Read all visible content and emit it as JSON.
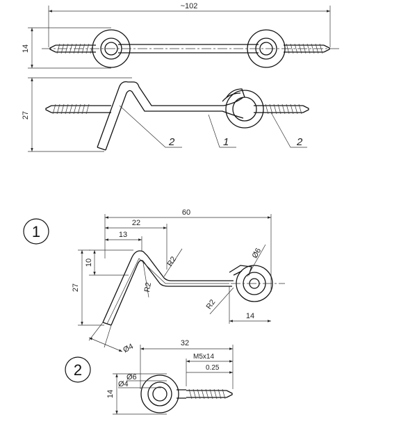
{
  "top_view": {
    "length": "~102",
    "height": "14"
  },
  "side_view": {
    "height": "27",
    "callouts": [
      "2",
      "1",
      "2"
    ]
  },
  "detail1": {
    "marker": "1",
    "dims": {
      "overall": "60",
      "hook_reach": "22",
      "hook_top": "13",
      "tip_drop": "10",
      "height": "27",
      "bend_radius_a": "R2",
      "bend_radius_b": "R2",
      "bend_radius_c": "R2",
      "eye_diameter": "Ø6",
      "eye_offset": "14",
      "wire_diameter": "Ø4"
    }
  },
  "detail2": {
    "marker": "2",
    "dims": {
      "length": "32",
      "thread": "M5x14",
      "pitch": "0.25",
      "eye_outer": "Ø6",
      "eye_inner": "Ø4",
      "height": "14"
    }
  }
}
